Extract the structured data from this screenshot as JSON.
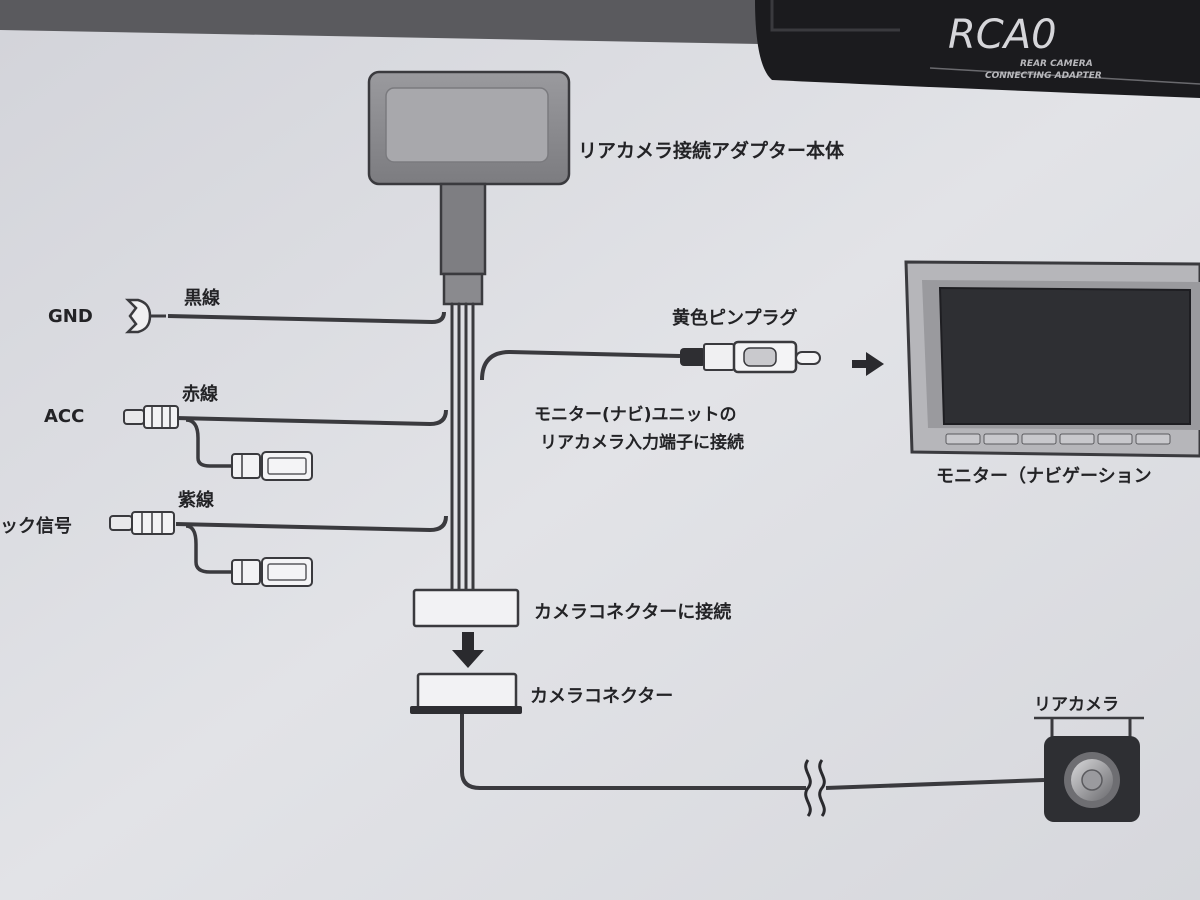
{
  "package_text": {
    "brand": "RCA0",
    "line1": "REAR CAMERA",
    "line2": "CONNECTING ADAPTER"
  },
  "labels": {
    "adapter_body": "リアカメラ接続アダプター本体",
    "gnd": "GND",
    "black_wire": "黒線",
    "acc": "ACC",
    "red_wire": "赤線",
    "back_signal": "ック信号",
    "purple_wire": "紫線",
    "yellow_plug": "黄色ピンプラグ",
    "monitor_note_1": "モニター(ナビ)ユニットの",
    "monitor_note_2": "リアカメラ入力端子に接続",
    "monitor": "モニター（ナビゲーション",
    "connect_camera_connector": "カメラコネクターに接続",
    "camera_connector": "カメラコネクター",
    "rear_camera": "リアカメラ"
  },
  "colors": {
    "paper": "#dcdde2",
    "line": "#3a3a3e",
    "housing": "#8a8a8e",
    "screen": "#2e2f33",
    "box_dark": "#1c1c1f"
  }
}
